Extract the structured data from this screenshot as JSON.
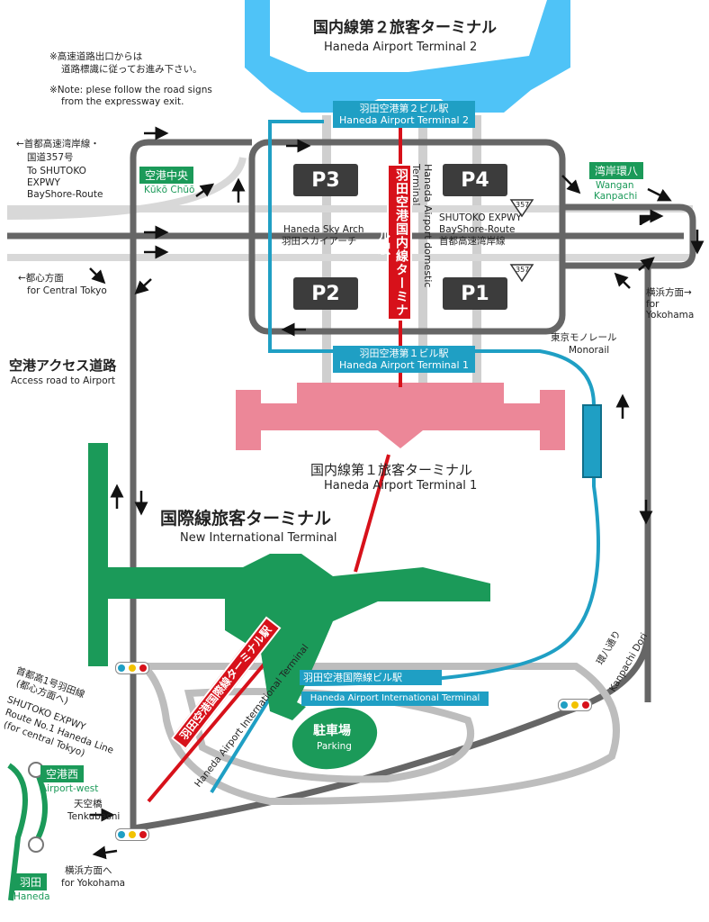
{
  "colors": {
    "road": "#666666",
    "monorail": "#1f9fc4",
    "keikyu": "#d7111a",
    "domestic2": "#4fc3f7",
    "domestic1": "#ec8798",
    "international": "#1b9a59",
    "parking": "#3c3c3c"
  },
  "terminal2": {
    "jp": "国内線第２旅客ターミナル",
    "en": "Haneda Airport Terminal 2"
  },
  "terminal1": {
    "jp": "国内線第１旅客ターミナル",
    "en": "Haneda Airport Terminal 1"
  },
  "international": {
    "jp": "国際線旅客ターミナル",
    "en": "New International Terminal"
  },
  "notes": {
    "jp1": "※高速道路出口からは",
    "jp2": "道路標識に従ってお進み下さい。",
    "en1": "※Note: plese follow the road signs",
    "en2": "from the expressway exit."
  },
  "stations": {
    "t2_jp": "羽田空港第２ビル駅",
    "t2_en": "Haneda Airport Terminal 2",
    "t1_jp": "羽田空港第１ビル駅",
    "t1_en": "Haneda Airport Terminal 1",
    "int_jp": "羽田空港国際線ビル駅",
    "int_en": "Haneda Airport International Terminal",
    "keikyu_domestic_jp": "羽田空港国内線ターミナル駅",
    "keikyu_domestic_en": "Haneda Airport domestic Terminal",
    "keikyu_int_jp": "羽田空港国際線ターミナル駅",
    "keikyu_int_en": "Haneda Airport International Terminal"
  },
  "parking": {
    "p1": "P1",
    "p2": "P2",
    "p3": "P3",
    "p4": "P4",
    "lot_jp": "駐車場",
    "lot_en": "Parking"
  },
  "places": {
    "sky_arch_en": "Haneda Sky Arch",
    "sky_arch_jp": "羽田スカイアーチ",
    "shutoko_en": "SHUTOKO EXPWY",
    "bayshore_en": "BayShore-Route",
    "bayshore_jp": "首都高速湾岸線",
    "route357": "357",
    "left_top_1": "←首都高速湾岸線・",
    "left_top_2": "国道357号",
    "left_top_3": "To SHUTOKO",
    "left_top_4": "EXPWY",
    "left_top_5": "BayShore-Route",
    "kuko_chuo_jp": "空港中央",
    "kuko_chuo_en": "Kūkō Chūō",
    "wangan_jp": "湾岸環八",
    "wangan_en1": "Wangan",
    "wangan_en2": "Kanpachi",
    "central_jp": "←都心方面",
    "central_en": "for Central Tokyo",
    "yokohama_r_jp": "横浜方面→",
    "yokohama_r_en1": "for",
    "yokohama_r_en2": "Yokohama",
    "monorail_jp": "東京モノレール",
    "monorail_en": "Monorail",
    "access_jp": "空港アクセス道路",
    "access_en": "Access road to Airport",
    "kanpachi_jp": "環八通り",
    "kanpachi_en": "Kanpachi Dori",
    "route1_jp1": "首都高1号羽田線",
    "route1_jp2": "(都心方面へ)",
    "route1_en1": "SHUTOKO EXPWY",
    "route1_en2": "Route No.1 Haneda Line",
    "route1_en3": "(for central Tokyo)",
    "airport_west_jp": "空港西",
    "airport_west_en": "Airport-west",
    "tenkubashi_jp": "天空橋",
    "tenkubashi_en": "Tenkubasni",
    "haneda_jp": "羽田",
    "haneda_en": "Haneda",
    "yokohama_b_jp": "横浜方面へ",
    "yokohama_b_en": "for Yokohama"
  }
}
